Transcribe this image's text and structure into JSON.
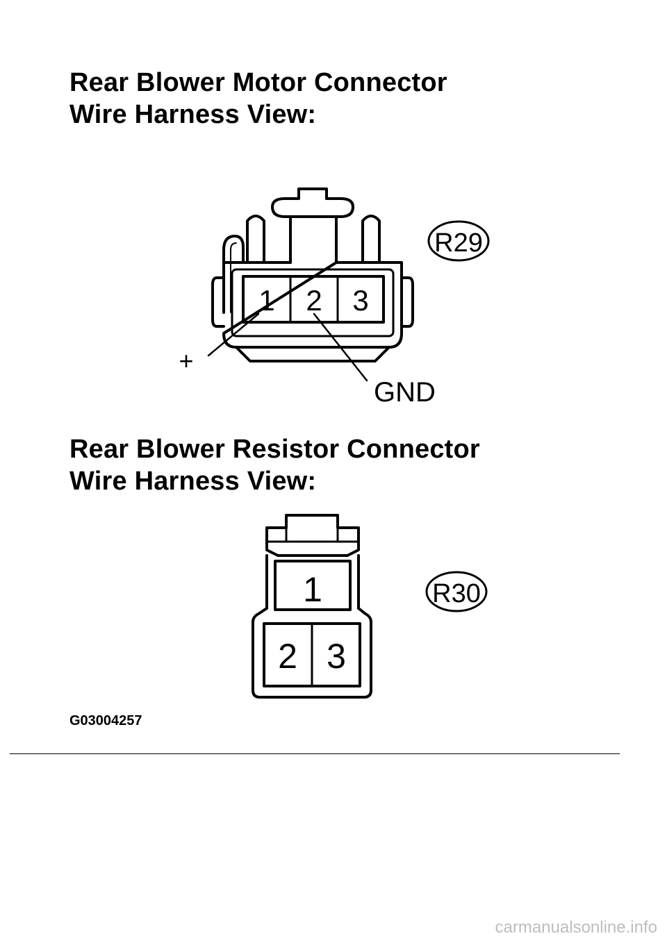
{
  "motor": {
    "title_line1": "Rear Blower Motor Connector",
    "title_line2": "Wire Harness View:",
    "connector_code": "R29",
    "pins": [
      "1",
      "2",
      "3"
    ],
    "label_plus": "+",
    "label_gnd": "GND"
  },
  "resistor": {
    "title_line1": "Rear Blower Resistor Connector",
    "title_line2": "Wire Harness View:",
    "connector_code": "R30",
    "pins": [
      "1",
      "2",
      "3"
    ]
  },
  "figure_id": "G03004257",
  "watermark": "carmanualsonline.info"
}
